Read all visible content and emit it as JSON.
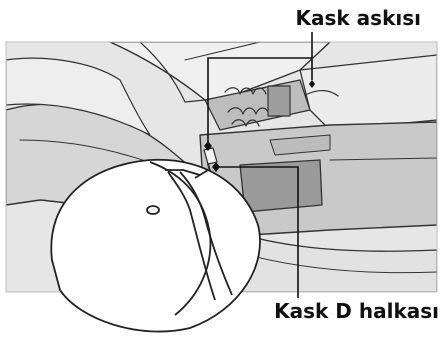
{
  "labels": {
    "helmet_hanger": "Kask askısı",
    "helmet_d_ring": "Kask D halkası"
  },
  "colors": {
    "panel_background": "#e6e6e6",
    "body_light": "#f3f3f3",
    "body_mid": "#d4d4d4",
    "body_dark": "#a9a9a9",
    "outline": "#333333",
    "label_text": "#111111",
    "leader_line": "#111111"
  },
  "icons": {
    "pointer_marker": "filled-diamond"
  }
}
